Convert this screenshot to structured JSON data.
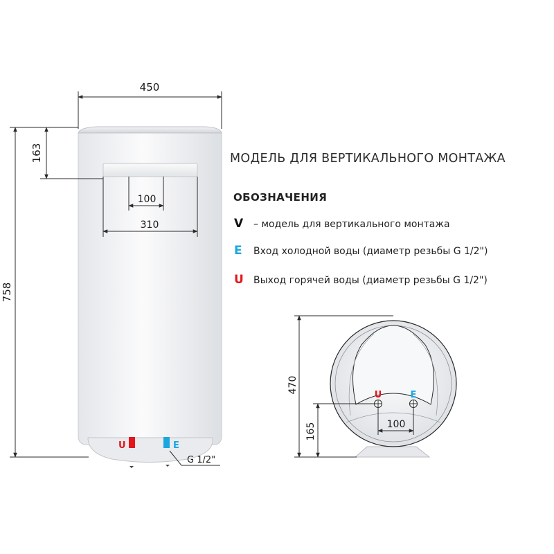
{
  "dimensions": {
    "width": "450",
    "top_offset": "163",
    "height": "758",
    "panel_inner": "100",
    "panel_outer": "310",
    "thread": "G 1/2\"",
    "side_height": "470",
    "side_outlet_height": "165",
    "side_outlet_spacing": "100"
  },
  "markers": {
    "hot": "U",
    "cold": "E"
  },
  "heading": "МОДЕЛЬ ДЛЯ ВЕРТИКАЛЬНОГО МОНТАЖА",
  "legend": {
    "title": "ОБОЗНАЧЕНИЯ",
    "items": [
      {
        "symbol": "V",
        "text": "– модель для вертикального монтажа"
      },
      {
        "symbol": "E",
        "text": "Вход  холодной воды (диаметр резьбы G 1/2\")"
      },
      {
        "symbol": "U",
        "text": "Выход горячей воды (диаметр резьбы G 1/2\")"
      }
    ]
  },
  "colors": {
    "hot": "#e3161b",
    "cold": "#1aa7e0",
    "line": "#2a2a2a",
    "body": "#f4f5f7"
  }
}
